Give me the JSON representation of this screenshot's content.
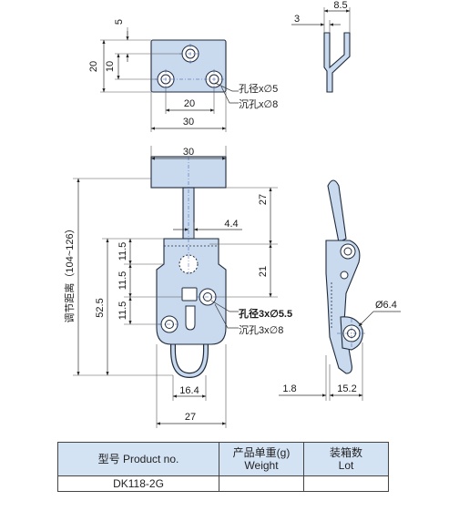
{
  "dimensions": {
    "top_height": "20",
    "top_hole_offset_v": "10",
    "top_hole_offset_top": "5",
    "top_hole_pitch": "20",
    "top_width": "30",
    "side_width": "8.5",
    "side_thickness": "3",
    "front_top_width": "30",
    "front_upper_len": "27",
    "front_offset": "4.4",
    "front_v1": "11.5",
    "front_v2": "11.5",
    "front_v3": "11.5",
    "front_mid_len": "21",
    "front_total": "52.5",
    "front_bottom_inner": "16.4",
    "front_bottom_width": "27",
    "side2_hole_dia": "Ø6.4",
    "side2_offset": "1.8",
    "side2_width": "15.2"
  },
  "notes": {
    "top_hole_dia": "孔径x∅5",
    "top_countersink": "沉孔x∅8",
    "front_hole_dia": "孔径3x∅5.5",
    "front_countersink": "沉孔3x∅8",
    "adjust_range": "调节距离（104~126）"
  },
  "table": {
    "header_model": "型号 Product no.",
    "header_weight_cn": "产品单重(g)",
    "header_weight_en": "Weight",
    "header_lot_cn": "装箱数",
    "header_lot_en": "Lot",
    "model": "DK118-2G",
    "weight": "",
    "lot": ""
  },
  "colors": {
    "part_fill": "#c9d9ee",
    "outline": "#1f2b3d",
    "table_header": "#d4e3f4"
  }
}
